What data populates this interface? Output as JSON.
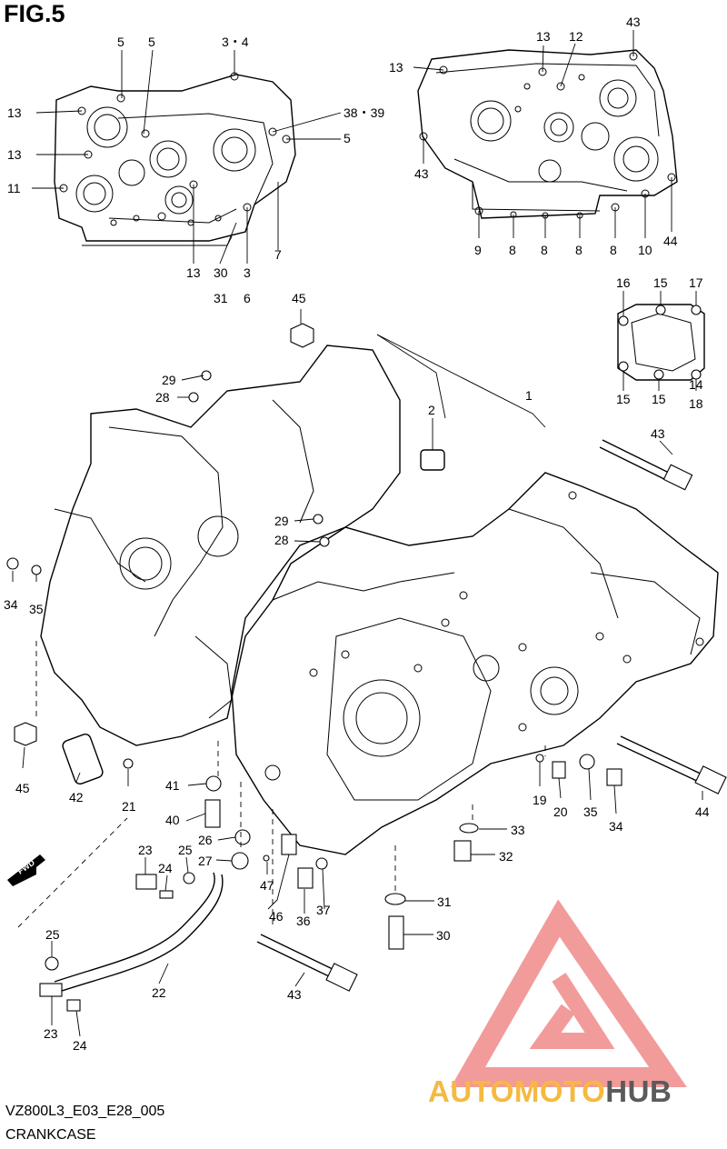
{
  "figure": {
    "title": "FIG.5"
  },
  "footer": {
    "code": "VZ800L3_E03_E28_005",
    "name": "CRANKCASE"
  },
  "watermark": {
    "text_part1": "AUTOMOTO",
    "text_part2": "HUB",
    "color_accent": "#f5b942",
    "color_dark": "#5b5b5b",
    "mark_color": "#f08a8a"
  },
  "fwd": "FWD",
  "labels": {
    "l3_4": "3・4",
    "l5a": "5",
    "l5b": "5",
    "l5c": "5",
    "l13a": "13",
    "l13b": "13",
    "l11": "11",
    "l38_39": "38・39",
    "l13c": "13",
    "l30": "30",
    "l31": "31",
    "l3": "3",
    "l6": "6",
    "l7": "7",
    "l13d": "13",
    "l12": "12",
    "l43a": "43",
    "l13e": "13",
    "l43b": "43",
    "l9": "9",
    "l8a": "8",
    "l8b": "8",
    "l8c": "8",
    "l8d": "8",
    "l10": "10",
    "l44a": "44",
    "l16": "16",
    "l15a": "15",
    "l17": "17",
    "l15b": "15",
    "l15c": "15",
    "l14": "14",
    "l18": "18",
    "l45a": "45",
    "l29a": "29",
    "l28a": "28",
    "l2": "2",
    "l1": "1",
    "l43c": "43",
    "l29b": "29",
    "l28b": "28",
    "l34a": "34",
    "l35a": "35",
    "l45b": "45",
    "l42": "42",
    "l21": "21",
    "l41": "41",
    "l40": "40",
    "l26": "26",
    "l27": "27",
    "l23a": "23",
    "l25a": "25",
    "l24a": "24",
    "l47": "47",
    "l46": "46",
    "l36": "36",
    "l37": "37",
    "l19": "19",
    "l20": "20",
    "l35b": "35",
    "l34b": "34",
    "l44b": "44",
    "l33": "33",
    "l32": "32",
    "l31b": "31",
    "l30b": "30",
    "l25b": "25",
    "l22": "22",
    "l43d": "43",
    "l23b": "23",
    "l24b": "24"
  }
}
